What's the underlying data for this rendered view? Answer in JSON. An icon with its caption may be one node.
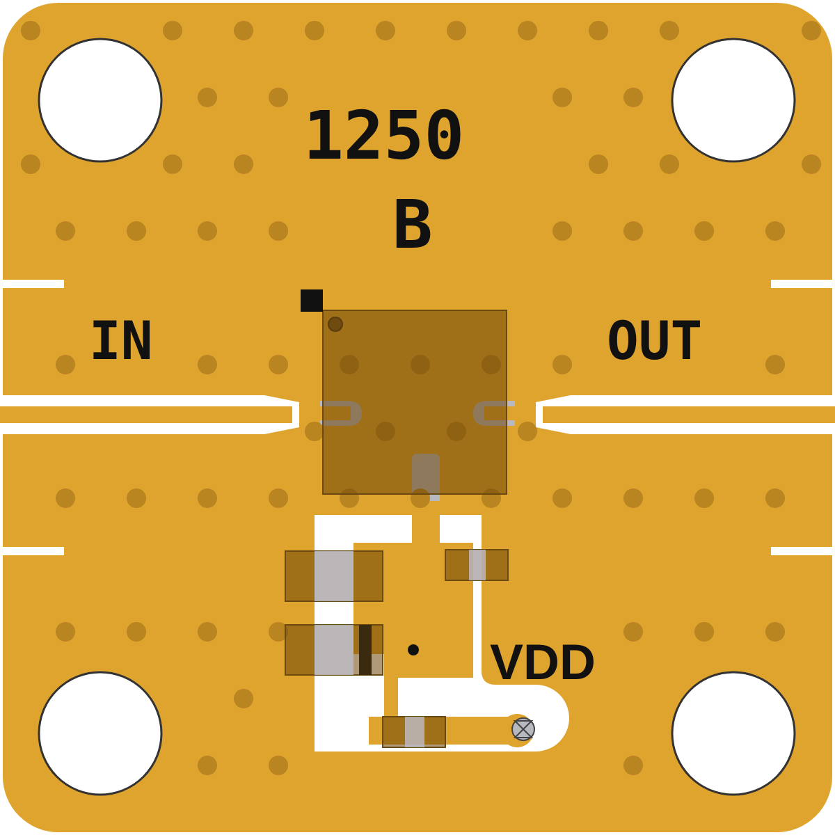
{
  "diagram": {
    "labels": [
      "1250",
      "B",
      "IN",
      "OUT",
      "VDD"
    ]
  }
}
